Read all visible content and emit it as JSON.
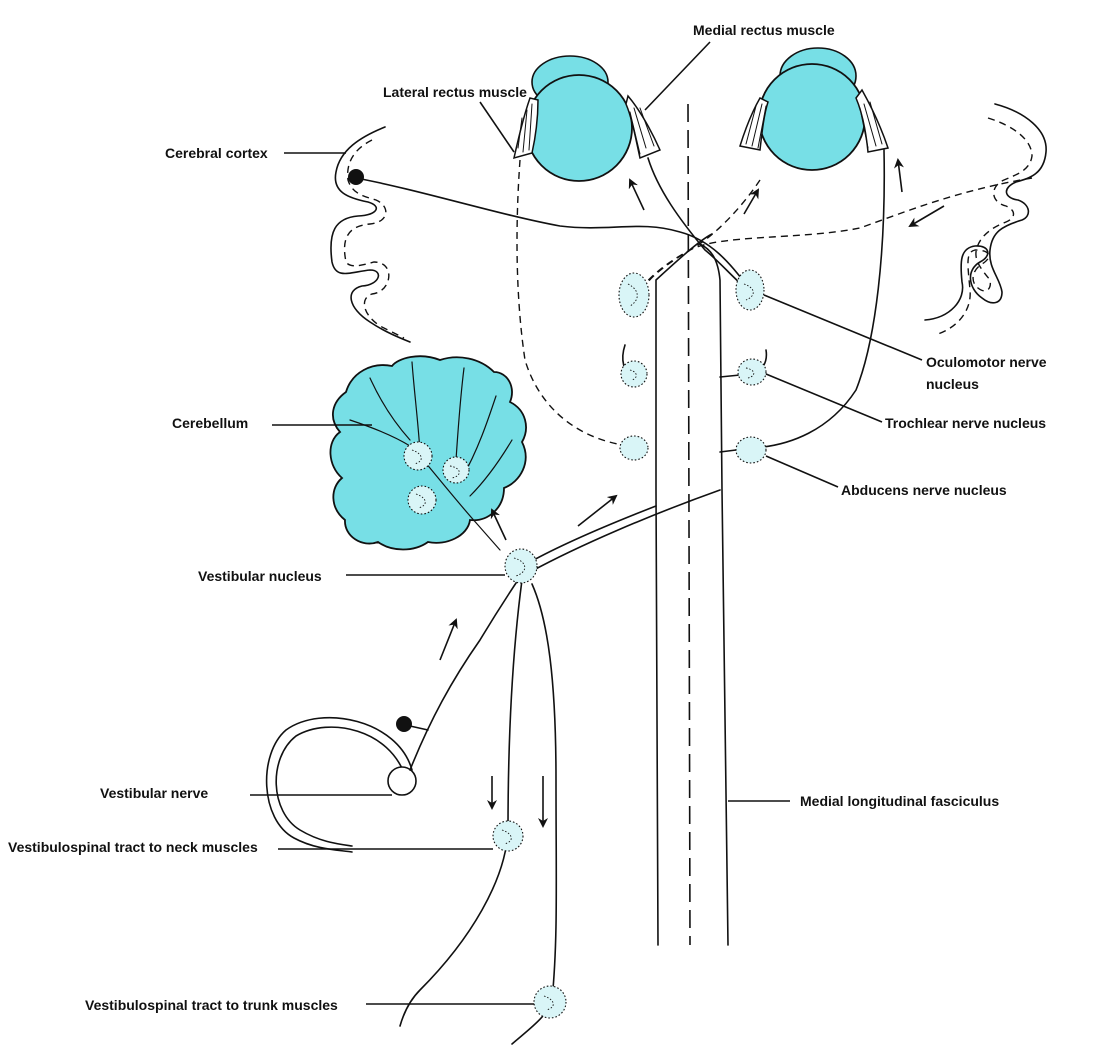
{
  "colors": {
    "fill_cyan": "#77dfe6",
    "nucleus_fill": "#d9f5f7",
    "ink": "#111111"
  },
  "labels": {
    "medial_rectus": "Medial rectus muscle",
    "lateral_rectus": "Lateral rectus muscle",
    "cerebral_cortex": "Cerebral cortex",
    "oculomotor_line1": "Oculomotor nerve",
    "oculomotor_line2": "nucleus",
    "trochlear": "Trochlear nerve nucleus",
    "cerebellum": "Cerebellum",
    "abducens": "Abducens nerve nucleus",
    "vestibular_nucleus": "Vestibular nucleus",
    "vestibular_nerve": "Vestibular nerve",
    "mlf": "Medial longitudinal fasciculus",
    "vst_neck": "Vestibulospinal tract to neck muscles",
    "vst_trunk": "Vestibulospinal tract to trunk muscles"
  }
}
